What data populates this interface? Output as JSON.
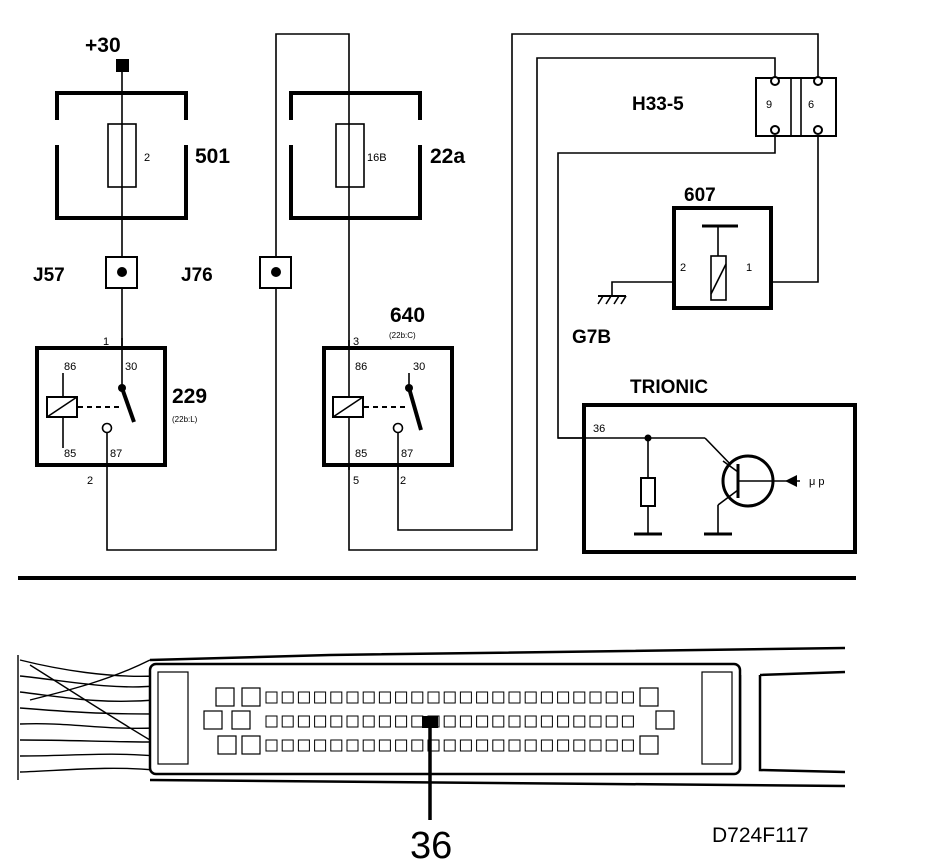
{
  "diagram": {
    "supply_label": "+30",
    "fuse_box_501": {
      "label": "501",
      "fuse": "2"
    },
    "fuse_box_22a": {
      "label": "22a",
      "fuse": "16B"
    },
    "junction_j57": "J57",
    "junction_j76": "J76",
    "relay_229": {
      "label": "229",
      "sub": "(22b:L)",
      "pin_86": "86",
      "pin_30": "30",
      "pin_85": "85",
      "pin_87": "87",
      "wire_in": "1",
      "wire_out": "2"
    },
    "relay_640": {
      "label": "640",
      "sub": "(22b:C)",
      "pin_86": "86",
      "pin_30": "30",
      "pin_85": "85",
      "pin_87": "87",
      "wire_in": "3",
      "wire_85": "5",
      "wire_87": "2"
    },
    "connector_h33": {
      "label": "H33-5",
      "pin_left": "9",
      "pin_right": "6"
    },
    "component_607": {
      "label": "607",
      "pin_left": "2",
      "pin_right": "1"
    },
    "ground_label": "G7B",
    "trionic": {
      "label": "TRIONIC",
      "pin": "36",
      "mu_label": "μ p"
    },
    "connector_pin_label": "36",
    "figure_code": "D724F117"
  }
}
